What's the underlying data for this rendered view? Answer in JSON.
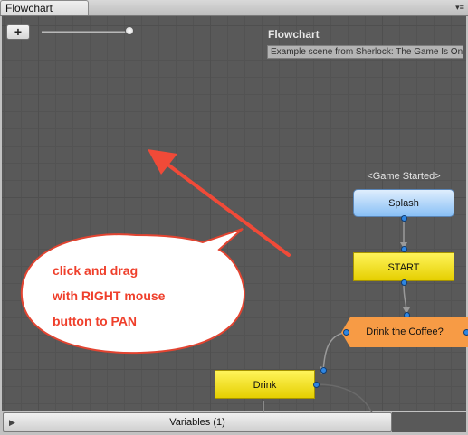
{
  "window": {
    "tab_label": "Flowchart",
    "menu_icon": "tab-menu-icon"
  },
  "toolbar": {
    "zoom_in_label": "+",
    "zoom_level": 1.0
  },
  "flowchart": {
    "title": "Flowchart",
    "description": "Example scene from Sherlock: The Game Is On"
  },
  "blocks": {
    "event_label": "<Game Started>",
    "splash": "Splash",
    "start": "START",
    "question": "Drink the Coffee?",
    "drink": "Drink"
  },
  "annotation": {
    "line1": "click and drag",
    "line2": "with RIGHT mouse",
    "line3": "button to PAN",
    "arrow_color": "#f04a38",
    "text_color": "#ef3f2b"
  },
  "variables": {
    "label": "Variables (1)",
    "expand_icon": "expand-arrow-icon"
  },
  "colors": {
    "canvas": "#595959",
    "command_block": "#f5e000",
    "event_block": "#9ccaf8",
    "question_block": "#f79b45",
    "connector": "#2f86e2"
  }
}
